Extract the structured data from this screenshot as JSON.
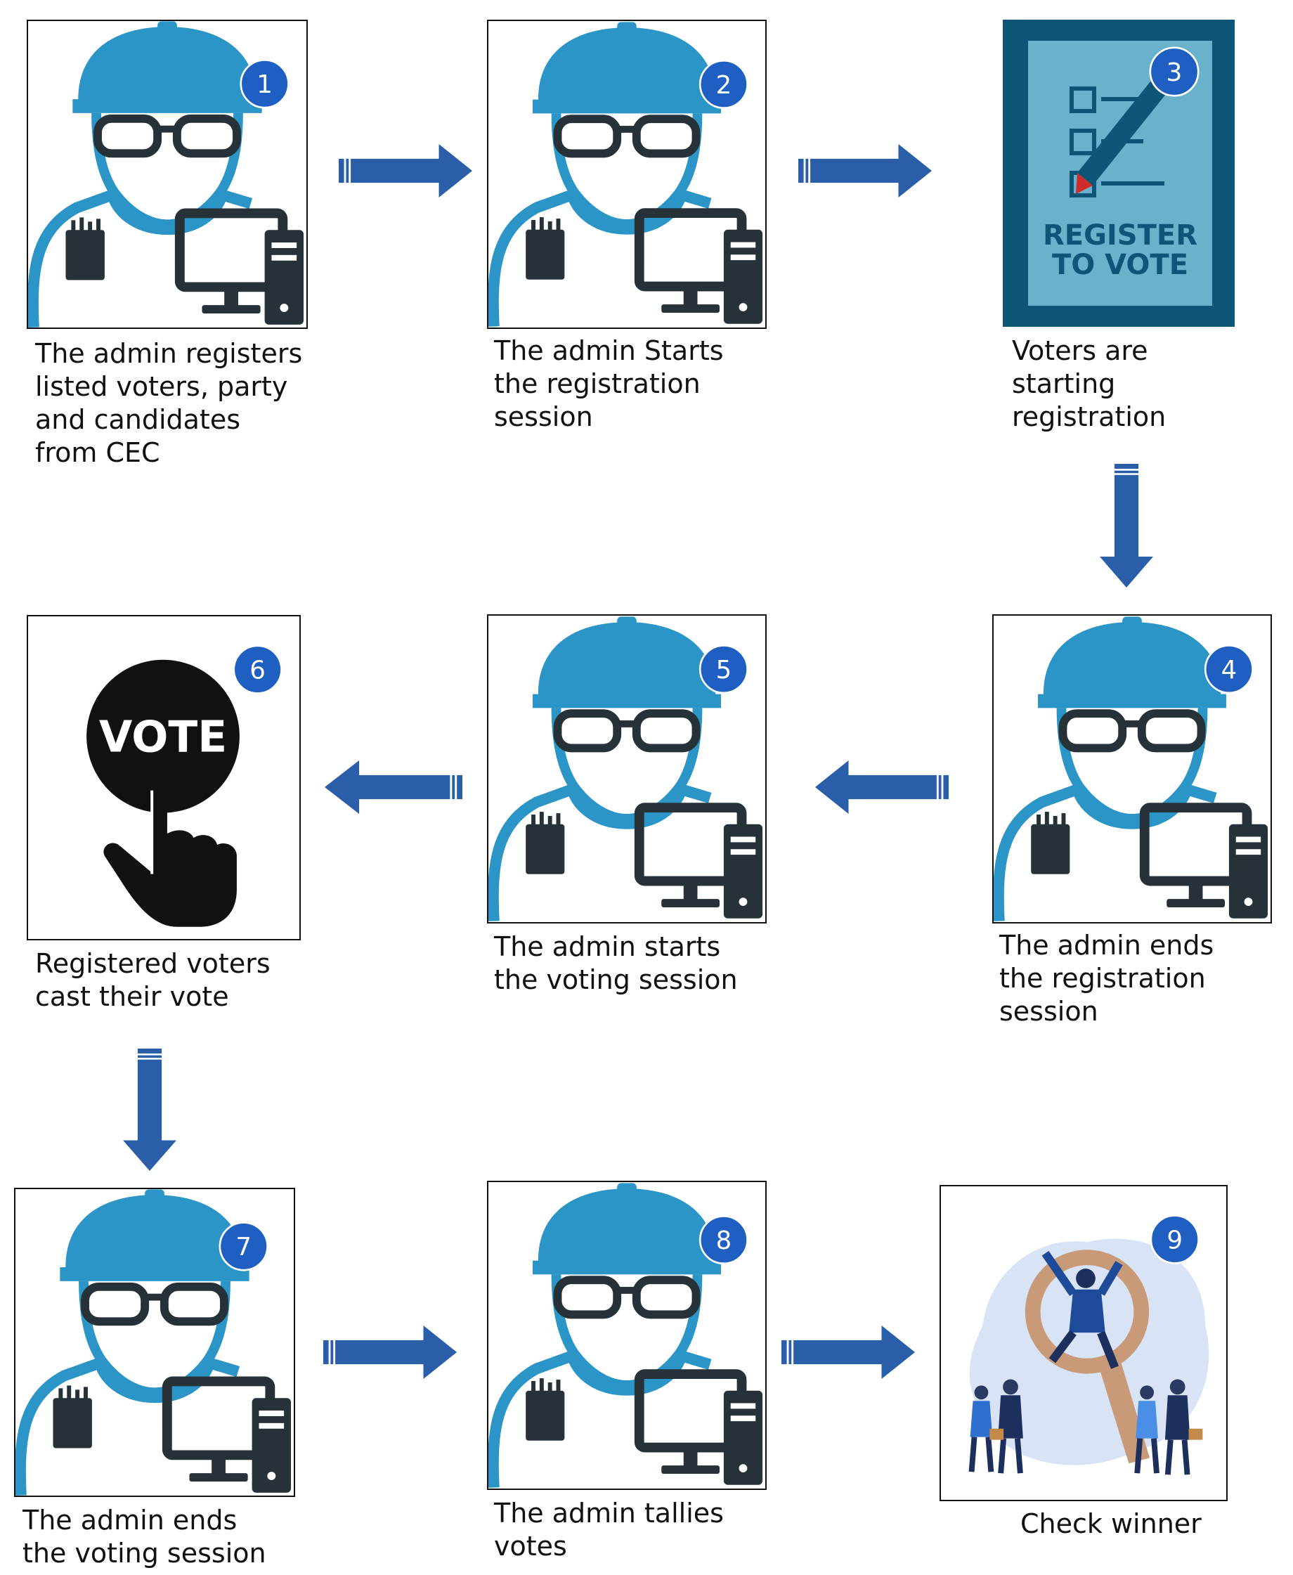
{
  "colors": {
    "accent_blue": "#2b95c7",
    "dark_figure": "#263238",
    "arrow_blue": "#2a5ea8",
    "badge_blue": "#1f5fc1",
    "sign_frame": "#0e5677",
    "sign_panel": "#6ab2cc",
    "sign_text": "#0e5677"
  },
  "steps": [
    {
      "number": "1",
      "image": "admin-icon",
      "caption": "The admin registers\nlisted  voters, party\nand candidates\nfrom CEC"
    },
    {
      "number": "2",
      "image": "admin-icon",
      "caption": "The admin Starts\nthe registration\nsession"
    },
    {
      "number": "3",
      "image": "register-to-vote-sign",
      "sign_text_line1": "REGISTER",
      "sign_text_line2": "TO VOTE",
      "caption": "Voters are\nstarting\nregistration"
    },
    {
      "number": "4",
      "image": "admin-icon",
      "caption": "The admin ends\nthe registration\nsession"
    },
    {
      "number": "5",
      "image": "admin-icon",
      "caption": "The admin starts\nthe voting session"
    },
    {
      "number": "6",
      "image": "vote-button-hand",
      "button_text": "VOTE",
      "caption": "Registered voters\ncast their vote"
    },
    {
      "number": "7",
      "image": "admin-icon",
      "caption": "The admin ends\nthe voting session"
    },
    {
      "number": "8",
      "image": "admin-icon",
      "caption": "The admin tallies\nvotes"
    },
    {
      "number": "9",
      "image": "winner-celebration",
      "caption": "Check winner"
    }
  ],
  "arrows": [
    {
      "from": "1",
      "to": "2",
      "direction": "right"
    },
    {
      "from": "2",
      "to": "3",
      "direction": "right"
    },
    {
      "from": "3",
      "to": "4",
      "direction": "down"
    },
    {
      "from": "4",
      "to": "5",
      "direction": "left"
    },
    {
      "from": "5",
      "to": "6",
      "direction": "left"
    },
    {
      "from": "6",
      "to": "7",
      "direction": "down"
    },
    {
      "from": "7",
      "to": "8",
      "direction": "right"
    },
    {
      "from": "8",
      "to": "9",
      "direction": "right"
    }
  ]
}
